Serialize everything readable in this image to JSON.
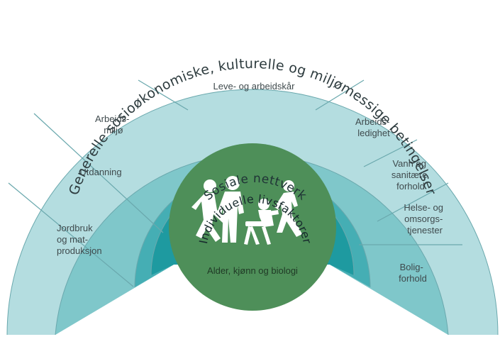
{
  "colors": {
    "background": "#ffffff",
    "outer_band": "#b4dde0",
    "middle_band": "#7fc7ca",
    "social_band": "#45aeb4",
    "individual_band": "#1e9aa0",
    "core": "#4e8f59",
    "lines": "#6aa8ad",
    "figures": "#ffffff",
    "text_dark": "#3f4a4d"
  },
  "layers": {
    "outer": "Generelle sosioøkonomiske, kulturelle og miljømessige betingelser",
    "social": "Sosiale nettverk",
    "individual": "Individuelle livsfaktorer",
    "core": "Alder, kjønn og biologi"
  },
  "segments": [
    {
      "id": "jordbruk",
      "lines": [
        "Jordbruk",
        "og mat-",
        "produksjon"
      ]
    },
    {
      "id": "utdanning",
      "lines": [
        "Utdanning"
      ]
    },
    {
      "id": "arbeidsmiljo",
      "lines": [
        "Arbeids-",
        "miljø"
      ]
    },
    {
      "id": "leve",
      "lines": [
        "Leve- og arbeidskår"
      ]
    },
    {
      "id": "arbeidsledighet",
      "lines": [
        "Arbeids-",
        "ledighet"
      ]
    },
    {
      "id": "vann",
      "lines": [
        "Vann og",
        "sanitære",
        "forhold"
      ]
    },
    {
      "id": "helse",
      "lines": [
        "Helse- og",
        "omsorgs-",
        "tjenester"
      ]
    },
    {
      "id": "bolig",
      "lines": [
        "Bolig-",
        "forhold"
      ]
    }
  ],
  "icons": {
    "people": "people-figures-icon"
  }
}
